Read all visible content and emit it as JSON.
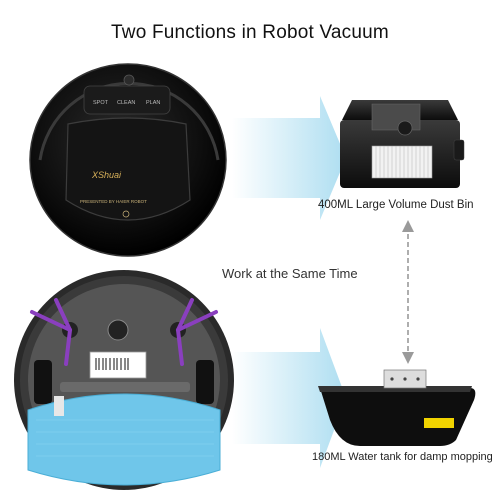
{
  "title": "Two Functions in Robot Vacuum",
  "robot": {
    "brand_logo": "XShuai",
    "subtitle": "PRESENTED BY HAIER ROBOT",
    "panel_label_left": "SPOT",
    "panel_label_center": "CLEAN",
    "panel_label_right": "PLAN"
  },
  "captions": {
    "dust_bin": "400ML Large Volume Dust Bin",
    "middle": "Work at the Same Time",
    "water_tank": "180ML Water tank for damp mopping"
  },
  "colors": {
    "arrow_blue": "#a9dcf0",
    "mop_blue": "#6fc6ea",
    "brush_purple": "#8a3fbf",
    "robot_body": "#111111"
  },
  "icons": [
    "robot-vacuum-top",
    "robot-vacuum-bottom",
    "dust-bin",
    "water-tank",
    "arrow-right-icon",
    "double-arrow-vertical-icon"
  ]
}
